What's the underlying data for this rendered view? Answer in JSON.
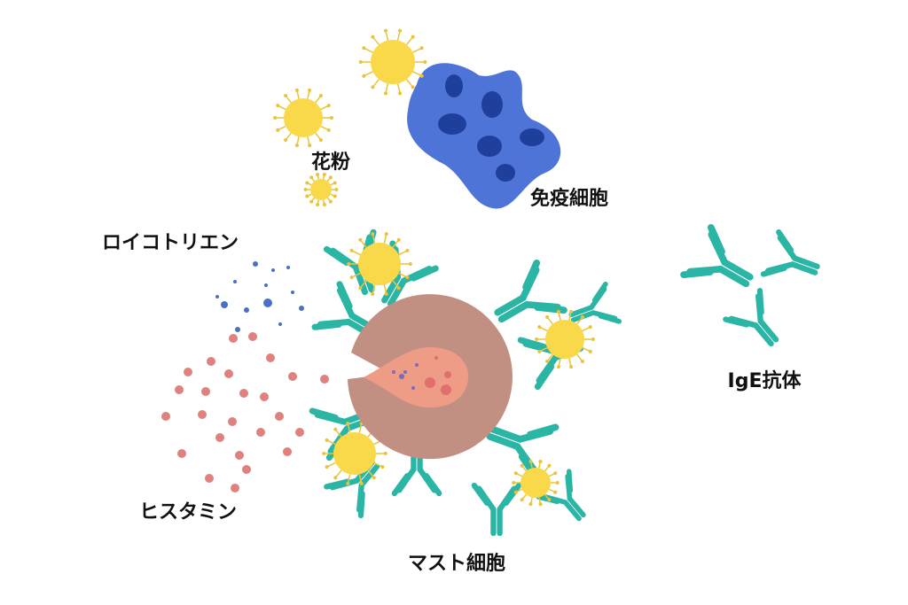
{
  "labels": {
    "pollen": "花粉",
    "immune_cell": "免疫細胞",
    "leukotriene": "ロイコトリエン",
    "ige_antibody": "IgE抗体",
    "histamine": "ヒスタミン",
    "mast_cell": "マスト細胞"
  },
  "colors": {
    "pollen": "#f9d849",
    "pollen_spike": "#e9c33a",
    "antibody": "#2bb5a5",
    "mast_cell": "#c28f83",
    "nucleus": "#ef9c86",
    "immune_cell": "#4f74d8",
    "immune_nucleus": "#1f3f9c",
    "histamine_dot": "#e0807f",
    "leukotriene_dot": "#4a6fc8"
  }
}
